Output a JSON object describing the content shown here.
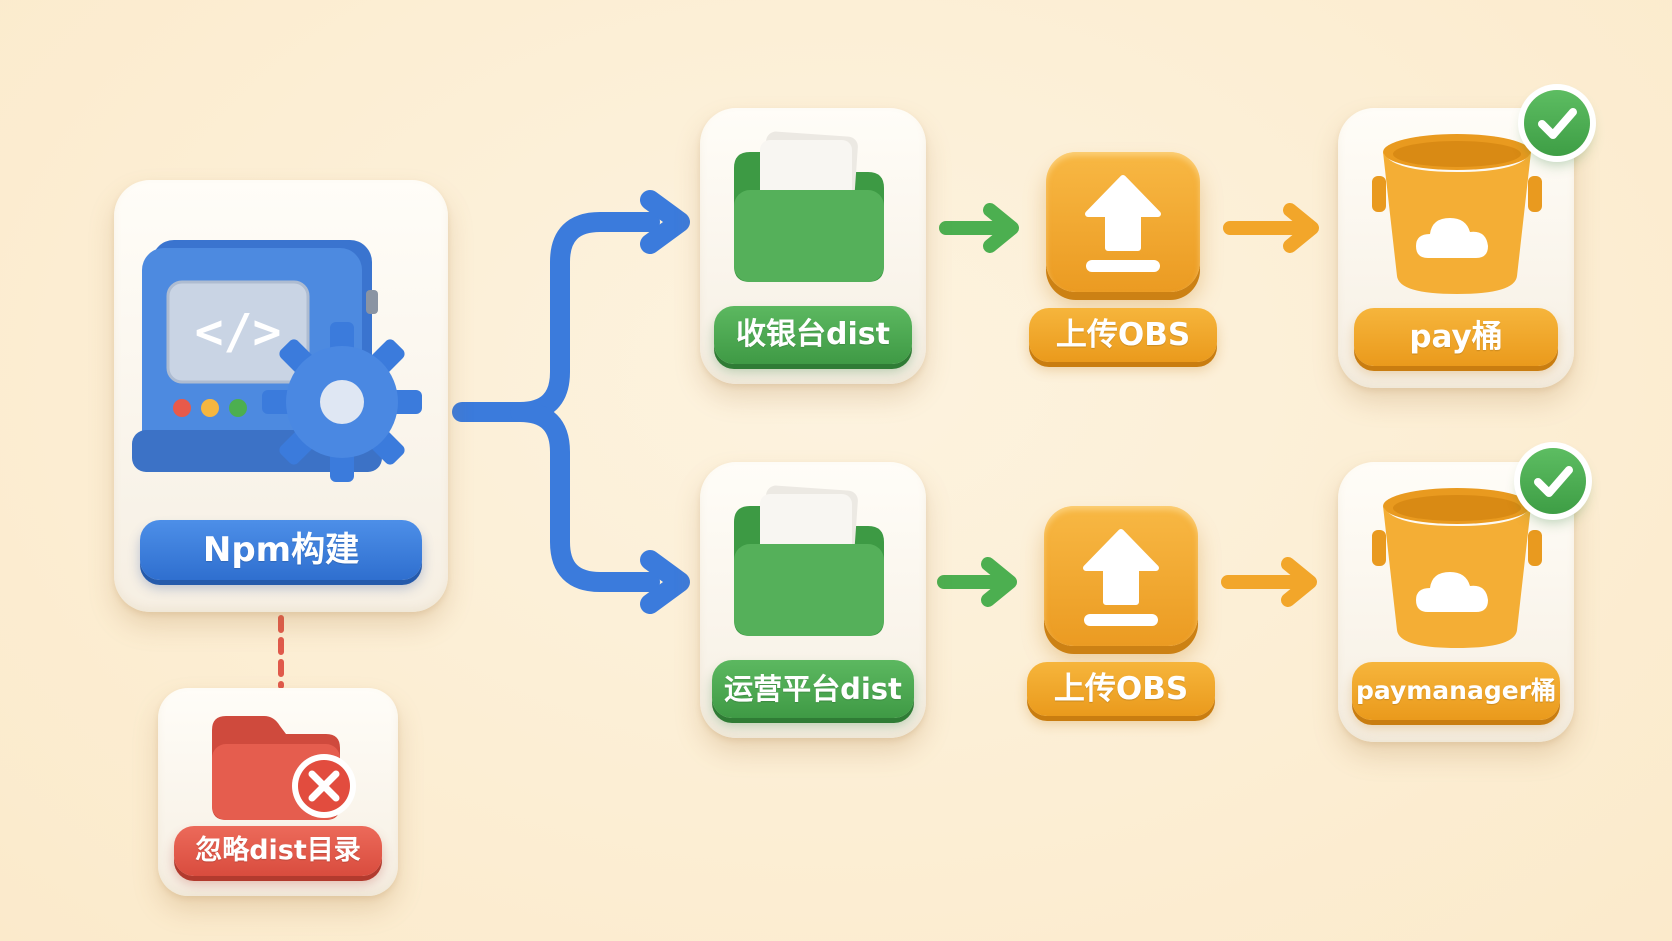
{
  "build": {
    "label": "Npm构建",
    "code_glyph": "</>"
  },
  "ignore": {
    "label": "忽略dist目录"
  },
  "rows": [
    {
      "dist_label": "收银台dist",
      "upload_label": "上传OBS",
      "bucket_label": "pay桶"
    },
    {
      "dist_label": "运营平台dist",
      "upload_label": "上传OBS",
      "bucket_label": "paymanager桶"
    }
  ],
  "colors": {
    "blue": "#3b7bdc",
    "green": "#4caf50",
    "orange": "#f2a62a",
    "red": "#e05a4b",
    "background": "#fbeed5"
  },
  "icons": [
    "computer-gear-icon",
    "folder-icon",
    "folder-x-icon",
    "upload-icon",
    "bucket-cloud-icon",
    "check-icon",
    "arrow-icon"
  ]
}
